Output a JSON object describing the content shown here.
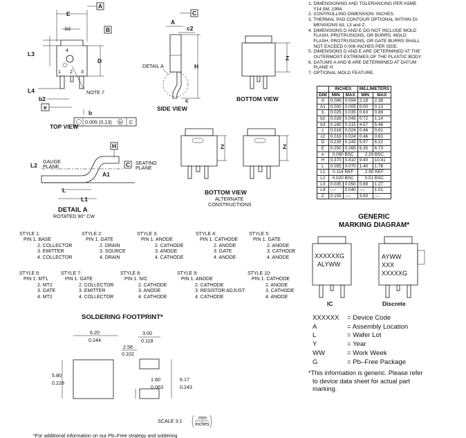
{
  "notes": [
    "1. DIMENSIONING AND TOLERANCING PER ASME",
    "    Y14.5M, 1994.",
    "2. CONTROLLING DIMENSION: INCHES.",
    "3. THERMAL PAD CONTOUR OPTIONAL WITHIN DI-",
    "    MENSIONS b3, L3 and Z.",
    "4. DIMENSIONS D AND E DO NOT INCLUDE MOLD",
    "    FLASH, PROTRUSIONS, OR BURRS. MOLD",
    "    FLASH, PROTRUSIONS, OR GATE BURRS SHALL",
    "    NOT EXCEED 0.006 INCHES PER SIDE.",
    "5. DIMENSIONS D AND E ARE DETERMINED AT THE",
    "    OUTERMOST EXTREMES OF THE PLASTIC BODY.",
    "6. DATUMS A AND B ARE DETERMINED AT DATUM",
    "    PLANE H.",
    "7. OPTIONAL MOLD FEATURE."
  ],
  "dim_table": {
    "header_groups": [
      "INCHES",
      "MILLIMETERS"
    ],
    "columns": [
      "DIM",
      "MIN",
      "MAX",
      "MIN",
      "MAX"
    ],
    "rows": [
      [
        "A",
        "0.086",
        "0.094",
        "2.18",
        "2.38"
      ],
      [
        "A1",
        "0.000",
        "0.005",
        "0.00",
        "0.13"
      ],
      [
        "b",
        "0.025",
        "0.035",
        "0.63",
        "0.89"
      ],
      [
        "b2",
        "0.028",
        "0.045",
        "0.72",
        "1.14"
      ],
      [
        "b3",
        "0.180",
        "0.215",
        "4.57",
        "5.46"
      ],
      [
        "c",
        "0.018",
        "0.024",
        "0.46",
        "0.61"
      ],
      [
        "c2",
        "0.018",
        "0.024",
        "0.46",
        "0.61"
      ],
      [
        "D",
        "0.235",
        "0.245",
        "5.97",
        "6.22"
      ],
      [
        "E",
        "0.250",
        "0.265",
        "6.35",
        "6.73"
      ],
      [
        "e",
        "0.090 BSC",
        "",
        "2.29 BSC",
        ""
      ],
      [
        "H",
        "0.370",
        "0.410",
        "9.40",
        "10.41"
      ],
      [
        "L",
        "0.055",
        "0.070",
        "1.40",
        "1.78"
      ],
      [
        "L1",
        "0.114 REF",
        "",
        "2.90 REF",
        ""
      ],
      [
        "L2",
        "0.020 BSC",
        "",
        "0.51 BSC",
        ""
      ],
      [
        "L3",
        "0.035",
        "0.050",
        "0.89",
        "1.27"
      ],
      [
        "L4",
        "----",
        "0.040",
        "----",
        "1.01"
      ],
      [
        "Z",
        "0.155",
        "----",
        "3.93",
        "----"
      ]
    ]
  },
  "views": {
    "top_view": "TOP VIEW",
    "side_view": "SIDE VIEW",
    "bottom_view": "BOTTOM VIEW",
    "bottom_view_alt_title": "BOTTOM VIEW",
    "bottom_view_alt_sub1": "ALTERNATE",
    "bottom_view_alt_sub2": "CONSTRUCTIONS",
    "detail_a": "DETAIL A",
    "detail_a_sub": "ROTATED 90° CW",
    "detail_a_callout": "DETAIL A",
    "note7": "NOTE 7",
    "gauge_plane_1": "GAUGE",
    "gauge_plane_2": "PLANE",
    "seating_plane_1": "SEATING",
    "seating_plane_2": "PLANE",
    "tolerance": "0.005 (0.13)",
    "tolerance_m": "M",
    "tolerance_datum": "C"
  },
  "labels": {
    "A": "A",
    "B": "B",
    "C": "C",
    "H": "H",
    "E": "E",
    "D": "D",
    "Z": "Z",
    "b3": "b3",
    "L3": "L3",
    "L4": "L4",
    "b2": "b2",
    "b": "b",
    "e": "e",
    "c": "c",
    "c2": "c2",
    "L": "L",
    "L1": "L1",
    "L2": "L2",
    "A1": "A1",
    "pin1": "1",
    "pin2": "2",
    "pin3": "3",
    "pin4": "4"
  },
  "styles_row1": [
    {
      "title": "STYLE 1:",
      "pins": [
        "PIN 1. BASE",
        "2. COLLECTOR",
        "3. EMITTER",
        "4. COLLECTOR"
      ]
    },
    {
      "title": "STYLE 2:",
      "pins": [
        "PIN 1. GATE",
        "2. DRAIN",
        "3. SOURCE",
        "4. DRAIN"
      ]
    },
    {
      "title": "STYLE 3:",
      "pins": [
        "PIN 1. ANODE",
        "2. CATHODE",
        "3. ANODE",
        "4. CATHODE"
      ]
    },
    {
      "title": "STYLE 4:",
      "pins": [
        "PIN 1. CATHODE",
        "2. ANODE",
        "3. GATE",
        "4. ANODE"
      ]
    },
    {
      "title": "STYLE 5:",
      "pins": [
        "PIN 1. GATE",
        "2. ANODE",
        "3. CATHODE",
        "4. ANODE"
      ]
    }
  ],
  "styles_row2": [
    {
      "title": "STYLE 6:",
      "pins": [
        "PIN 1. MT1",
        "2. MT2",
        "3. GATE",
        "4. MT2"
      ]
    },
    {
      "title": "STYLE 7:",
      "pins": [
        "PIN 1. GATE",
        "2. COLLECTOR",
        "3. EMITTER",
        "4. COLLECTOR"
      ]
    },
    {
      "title": "STYLE 8:",
      "pins": [
        "PIN 1. N/C",
        "2. CATHODE",
        "3. ANODE",
        "4. CATHODE"
      ]
    },
    {
      "title": "STYLE 9:",
      "pins": [
        "PIN 1. ANODE",
        "2. CATHODE",
        "3. RESISTOR ADJUST",
        "4. CATHODE"
      ]
    },
    {
      "title": "STYLE 10:",
      "pins": [
        "PIN 1. CATHODE",
        "2. ANODE",
        "3. CATHODE",
        "4. ANODE"
      ]
    }
  ],
  "soldering": {
    "title": "SOLDERING FOOTPRINT*",
    "d1_mm": "6.20",
    "d1_in": "0.244",
    "d2_mm": "3.00",
    "d2_in": "0.118",
    "d3_mm": "2.58",
    "d3_in": "0.102",
    "d4_mm": "5.80",
    "d4_in": "0.228",
    "d5_mm": "1.60",
    "d5_in": "0.063",
    "d6_mm": "6.17",
    "d6_in": "0.243",
    "scale": "SCALE 3:1",
    "unit_mm": "mm",
    "unit_in": "inches",
    "footnote": "*For additional information on our Pb–Free strategy and soldering"
  },
  "marking": {
    "title1": "GENERIC",
    "title2": "MARKING DIAGRAM*",
    "ic_line1": "XXXXXXG",
    "ic_line2": "ALYWW",
    "ic_label": "IC",
    "disc_line1": "AYWW",
    "disc_line2": "XXX",
    "disc_line3": "XXXXXG",
    "disc_label": "Discrete",
    "legend": [
      {
        "code": "XXXXXX",
        "desc": "= Device Code"
      },
      {
        "code": "A",
        "desc": "= Assembly Location"
      },
      {
        "code": "L",
        "desc": "= Wafer Lot"
      },
      {
        "code": "Y",
        "desc": "= Year"
      },
      {
        "code": "WW",
        "desc": "= Work Week"
      },
      {
        "code": "G",
        "desc": "= Pb–Free Package"
      }
    ],
    "note1": "*This information is generic. Please refer",
    "note2": "to device data sheet for actual part",
    "note3": "marking."
  }
}
